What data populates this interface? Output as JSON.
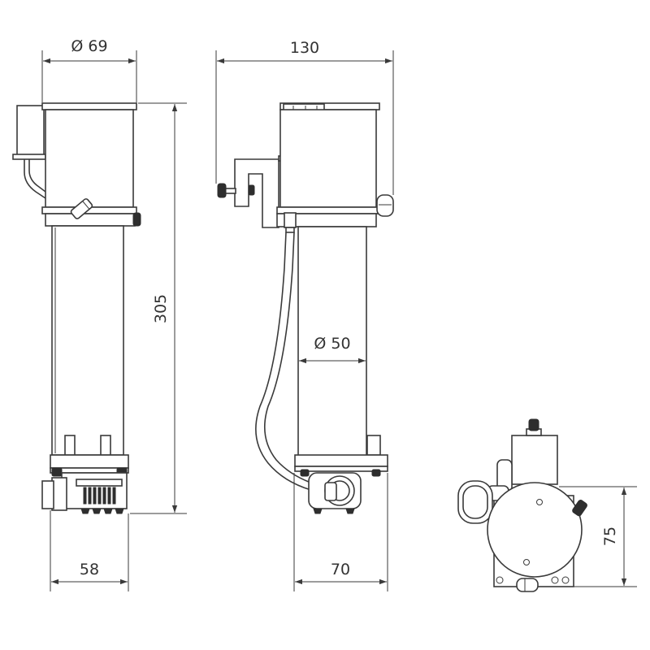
{
  "dimensions": {
    "top_diameter": "Ø 69",
    "overall_width": "130",
    "overall_height": "305",
    "tube_diameter": "Ø 50",
    "base_depth_left": "58",
    "base_depth_right": "70",
    "footprint_height": "75"
  },
  "colors": {
    "line": "#3a3a3a",
    "text": "#333333",
    "background": "#ffffff"
  }
}
